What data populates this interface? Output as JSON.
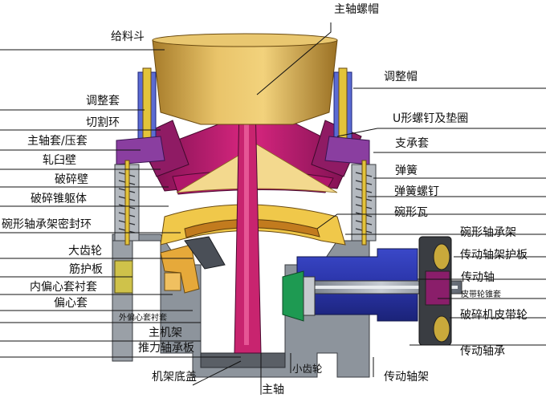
{
  "labels": {
    "main_nut": "主轴螺帽",
    "feed_hopper": "给料斗",
    "adjust_cap": "调整帽",
    "adjust_sleeve": "调整套",
    "cutting_ring": "切割环",
    "u_bolt": "U形螺钉及垫圈",
    "shaft_sleeve": "主轴套/压套",
    "support_sleeve": "支承套",
    "mantle": "轧臼壁",
    "spring": "弹簧",
    "concave": "破碎壁",
    "spring_bolt": "弹簧螺钉",
    "cone_body": "破碎锥躯体",
    "bowl_tile": "碗形瓦",
    "bowl_seal": "碗形轴承架密封环",
    "bowl_bearing": "碗形轴承架",
    "big_gear": "大齿轮",
    "guard_plate": "传动轴架护板",
    "rib_plate": "筋护板",
    "drive_shaft": "传动轴",
    "inner_bush": "内偏心套衬套",
    "pulley_sleeve": "皮带轮锥套",
    "eccentric": "偏心套",
    "pulley": "破碎机皮带轮",
    "outer_bush": "外偏心套衬套",
    "drive_bearing": "传动轴承",
    "main_frame": "主机架",
    "thrust_plate": "推力轴承板",
    "small_gear": "小齿轮",
    "frame_cover": "机架底盖",
    "drive_frame": "传动轴架",
    "main_shaft": "主轴"
  }
}
